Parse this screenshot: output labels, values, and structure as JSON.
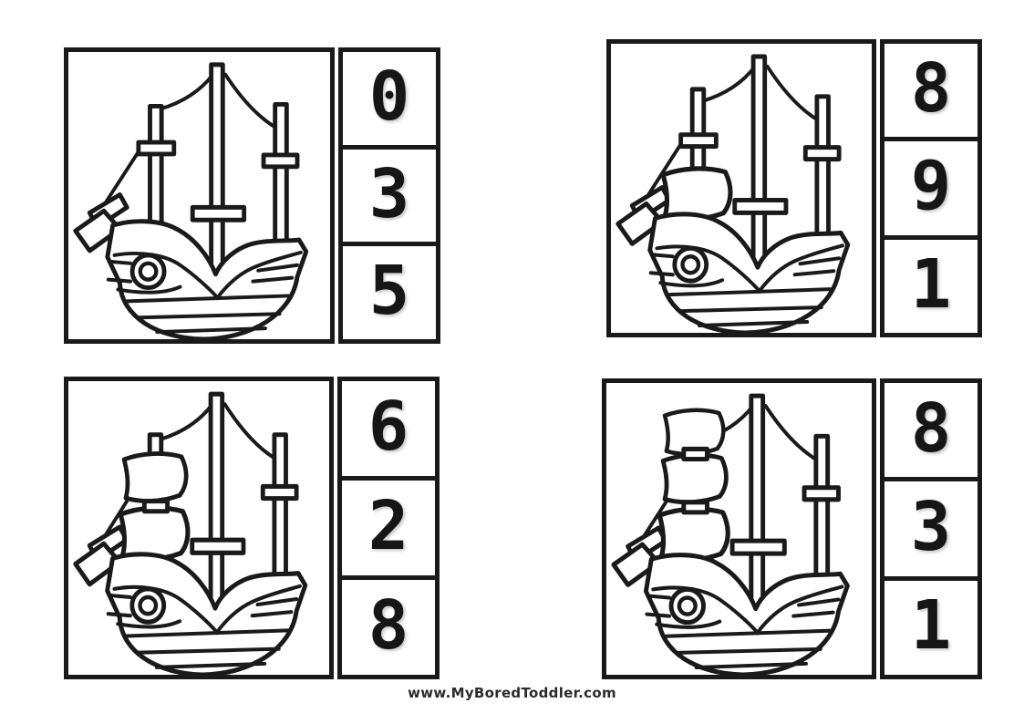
{
  "page": {
    "background": "#ffffff",
    "line_color": "#1a1a1a",
    "footer_url": "www.MyBoredToddler.com"
  },
  "worksheet": {
    "kind": "count-and-clip-cards",
    "illustration": "pirate-ship",
    "cards": [
      {
        "sails": 0,
        "numbers": [
          "0",
          "3",
          "5"
        ]
      },
      {
        "sails": 1,
        "numbers": [
          "8",
          "9",
          "1"
        ]
      },
      {
        "sails": 2,
        "numbers": [
          "6",
          "2",
          "8"
        ]
      },
      {
        "sails": 3,
        "numbers": [
          "8",
          "3",
          "1"
        ]
      }
    ]
  }
}
